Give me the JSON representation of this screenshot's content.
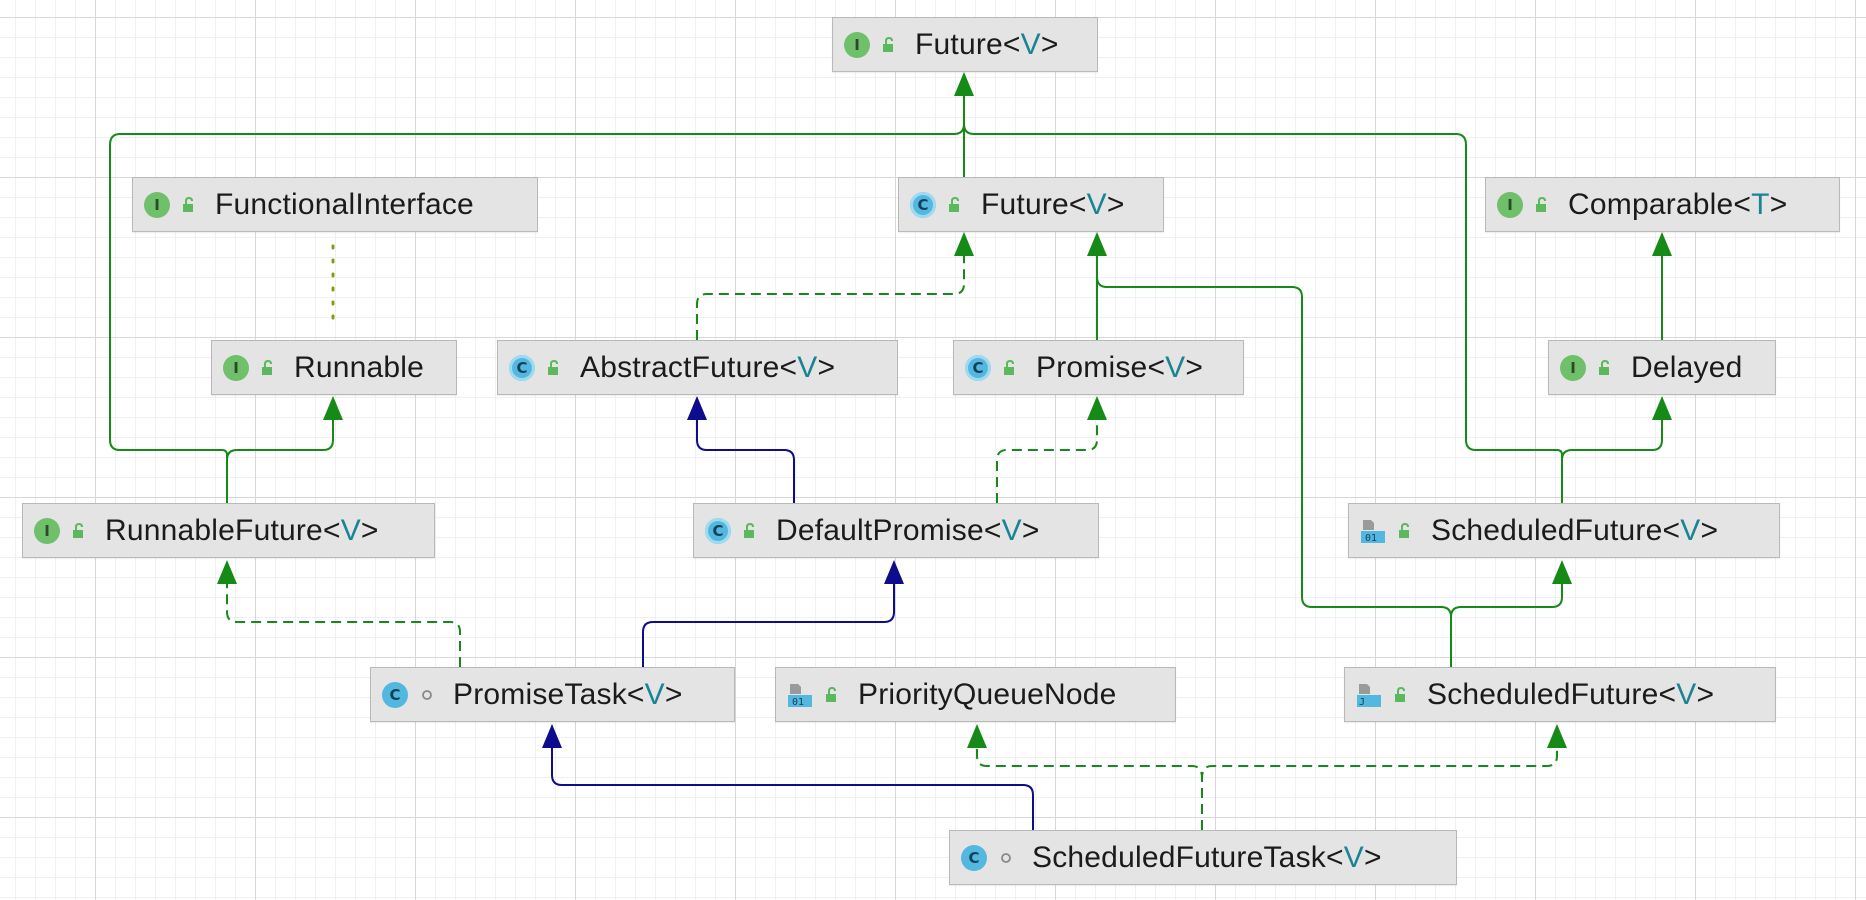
{
  "colors": {
    "extends": "#168a16",
    "implements_dashed": "#168a16",
    "class_extends": "#0c0c8c",
    "annotation_dotted": "#8a9a10",
    "node_bg": "#e4e4e4",
    "type_param": "#1a8394"
  },
  "nodes": [
    {
      "id": "future_iface",
      "kind": "interface",
      "badge": "I",
      "name": "Future",
      "type_param": "V"
    },
    {
      "id": "functional_interface",
      "kind": "interface",
      "badge": "I",
      "name": "FunctionalInterface",
      "type_param": null
    },
    {
      "id": "future_netty",
      "kind": "abstract-class",
      "badge": "C",
      "name": "Future",
      "type_param": "V"
    },
    {
      "id": "comparable",
      "kind": "interface",
      "badge": "I",
      "name": "Comparable",
      "type_param": "T"
    },
    {
      "id": "runnable",
      "kind": "interface",
      "badge": "I",
      "name": "Runnable",
      "type_param": null
    },
    {
      "id": "abstract_future",
      "kind": "abstract-class",
      "badge": "C",
      "name": "AbstractFuture",
      "type_param": "V"
    },
    {
      "id": "promise",
      "kind": "abstract-class",
      "badge": "C",
      "name": "Promise",
      "type_param": "V"
    },
    {
      "id": "delayed",
      "kind": "interface",
      "badge": "I",
      "name": "Delayed",
      "type_param": null
    },
    {
      "id": "runnable_future",
      "kind": "interface",
      "badge": "I",
      "name": "RunnableFuture",
      "type_param": "V"
    },
    {
      "id": "default_promise",
      "kind": "abstract-class",
      "badge": "C",
      "name": "DefaultPromise",
      "type_param": "V"
    },
    {
      "id": "scheduled_future_bin",
      "kind": "binary-class",
      "badge": "01",
      "name": "ScheduledFuture",
      "type_param": "V"
    },
    {
      "id": "promise_task",
      "kind": "class",
      "badge": "C",
      "name": "PromiseTask",
      "type_param": "V"
    },
    {
      "id": "priority_queue_node",
      "kind": "binary-class",
      "badge": "01",
      "name": "PriorityQueueNode",
      "type_param": null
    },
    {
      "id": "scheduled_future_src",
      "kind": "java-class",
      "badge": "J",
      "name": "ScheduledFuture",
      "type_param": "V"
    },
    {
      "id": "scheduled_future_task",
      "kind": "class",
      "badge": "C",
      "name": "ScheduledFutureTask",
      "type_param": "V"
    }
  ]
}
